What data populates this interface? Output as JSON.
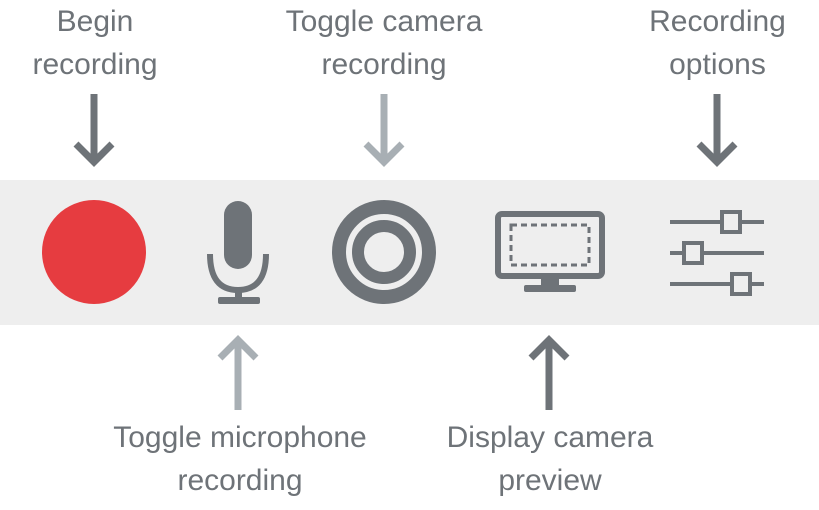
{
  "labels": {
    "begin_recording": [
      "Begin",
      "recording"
    ],
    "toggle_camera": [
      "Toggle camera",
      "recording"
    ],
    "recording_options": [
      "Recording",
      "options"
    ],
    "toggle_microphone": [
      "Toggle microphone",
      "recording"
    ],
    "display_camera_preview": [
      "Display camera",
      "preview"
    ]
  },
  "icons": {
    "record": "record-icon",
    "microphone": "microphone-icon",
    "camera": "camera-icon",
    "monitor": "monitor-icon",
    "options": "sliders-icon"
  },
  "colors": {
    "record_red": "#e63c40",
    "icon_gray": "#6e7378",
    "arrow_dark": "#6e7378",
    "arrow_light": "#a8afb4",
    "toolbar_bg": "#eeeeee"
  }
}
